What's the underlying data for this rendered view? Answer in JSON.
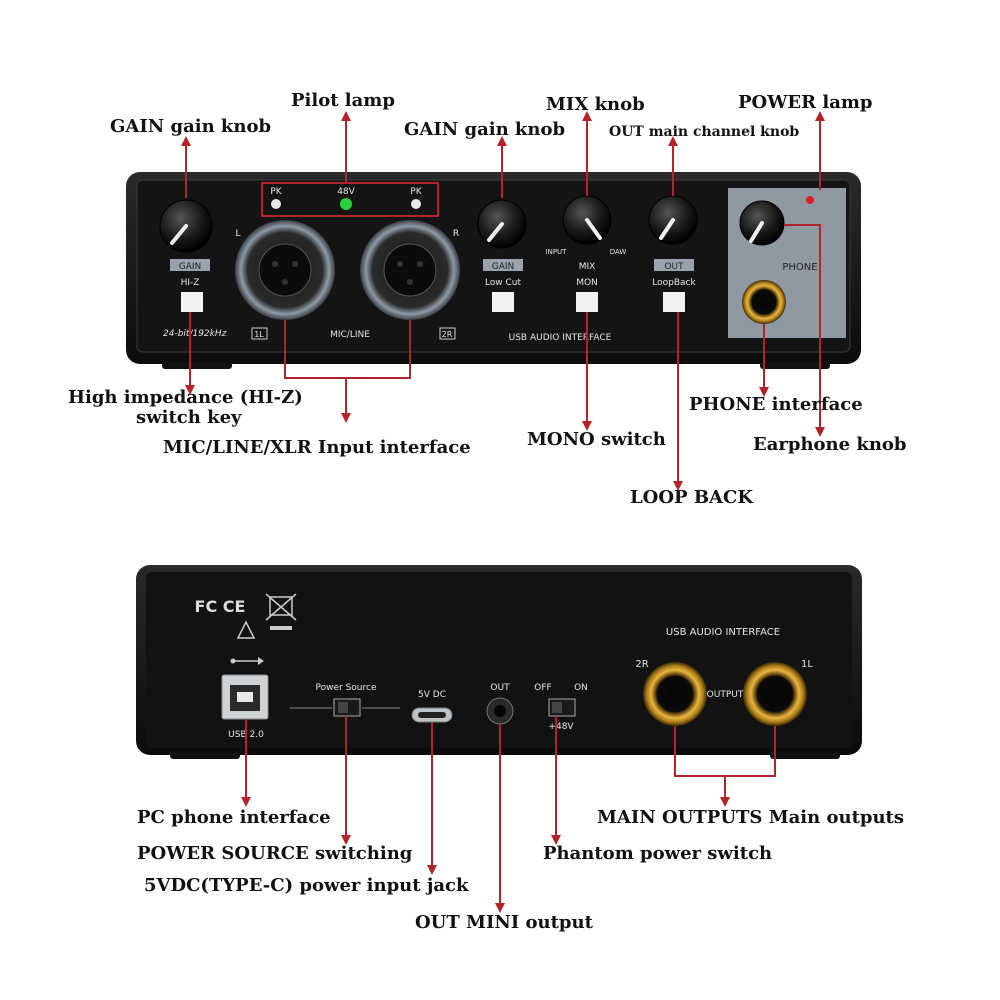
{
  "callouts": {
    "gain_left": "GAIN gain knob",
    "pilot_lamp": "Pilot lamp",
    "gain_right": "GAIN gain knob",
    "mix_knob": "MIX knob",
    "out_knob": "OUT main channel knob",
    "power_lamp": "POWER lamp",
    "hiz_line1": "High impedance (HI-Z)",
    "hiz_line2": "switch key",
    "mic_line_input": "MIC/LINE/XLR Input interface",
    "mono_switch": "MONO switch",
    "phone_interface": "PHONE interface",
    "earphone_knob": "Earphone knob",
    "loop_back": "LOOP BACK",
    "pc_phone": "PC phone interface",
    "power_source_switching": "POWER SOURCE switching",
    "power_input_jack": "5VDC(TYPE-C) power input jack",
    "out_mini": "OUT MINI output",
    "main_outputs": "MAIN OUTPUTS Main outputs",
    "phantom_switch": "Phantom power switch"
  },
  "front_panel": {
    "pk_left": "PK",
    "v48": "48V",
    "pk_right": "PK",
    "gain_l": "GAIN",
    "l_mark": "L",
    "r_mark": "R",
    "gain_r": "GAIN",
    "hiz": "HI-Z",
    "low_cut": "Low Cut",
    "mix": "MIX",
    "input": "INPUT",
    "daw": "DAW",
    "mon": "MON",
    "out": "OUT",
    "loopback": "LoopBack",
    "phone": "PHONE",
    "bit_rate": "24-bit/192kHz",
    "ch1": "1L",
    "mic_line": "MIC/LINE",
    "ch2": "2R",
    "usb_audio": "USB AUDIO INTERFACE"
  },
  "rear_panel": {
    "fc_ce": "FC CE",
    "usb_audio": "USB AUDIO INTERFACE",
    "power_source": "Power Source",
    "five_v_dc": "5V DC",
    "out": "OUT",
    "off": "OFF",
    "on": "ON",
    "plus48": "+48V",
    "usb20": "USB 2.0",
    "r2": "2R",
    "l1": "1L",
    "output": "OUTPUT"
  },
  "colors": {
    "leader": "#b3242a",
    "panel": "#141414",
    "phone_panel": "#8e99a4",
    "led_green": "#27d23a",
    "led_red": "#e02020"
  }
}
